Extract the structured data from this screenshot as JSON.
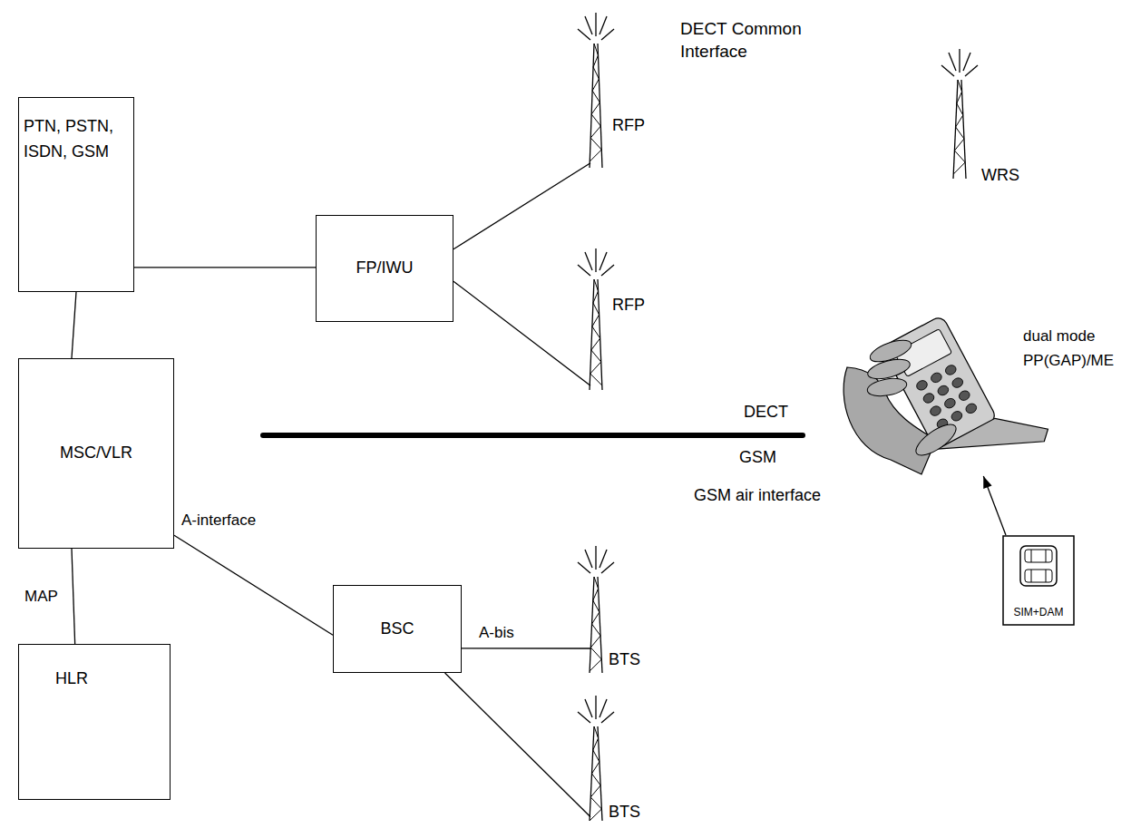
{
  "diagram": {
    "nodes": [
      {
        "text": [
          "PTN, PSTN, ISDN, GSM"
        ]
      },
      {
        "text": [
          "FP/IWU"
        ]
      },
      {
        "text": [
          "RFP"
        ]
      },
      {
        "text": [
          "WRS"
        ]
      },
      {
        "text": [
          "RFP"
        ]
      },
      {
        "text": [
          "MSC/VLR"
        ]
      },
      {
        "text": [
          "HLR"
        ]
      },
      {
        "text": [
          "BSC"
        ]
      },
      {
        "text": [
          "BTS"
        ]
      },
      {
        "text": [
          "BTS"
        ]
      },
      {
        "text": [
          "dual mode PP(GAP)/ME"
        ]
      },
      {
        "text": [
          "SIM+DAM"
        ]
      }
    ],
    "edges": [
      {
        "from": 0,
        "to": 1,
        "arrow": "none"
      },
      {
        "from": 0,
        "to": 5,
        "arrow": "none"
      },
      {
        "from": 5,
        "to": 6,
        "label": "MAP",
        "arrow": "none"
      },
      {
        "from": 1,
        "to": 2,
        "arrow": "none"
      },
      {
        "from": 1,
        "to": 4,
        "arrow": "none"
      },
      {
        "from": 5,
        "to": 7,
        "label": "A-interface",
        "arrow": "none"
      },
      {
        "from": 7,
        "to": 8,
        "label": "A-bis",
        "arrow": "none"
      },
      {
        "from": 7,
        "to": 9,
        "arrow": "none"
      },
      {
        "from": 11,
        "to": 10,
        "arrow": "to"
      }
    ],
    "labels": [
      "DECT Common Interface",
      "DECT",
      "GSM",
      "GSM air interface"
    ]
  }
}
